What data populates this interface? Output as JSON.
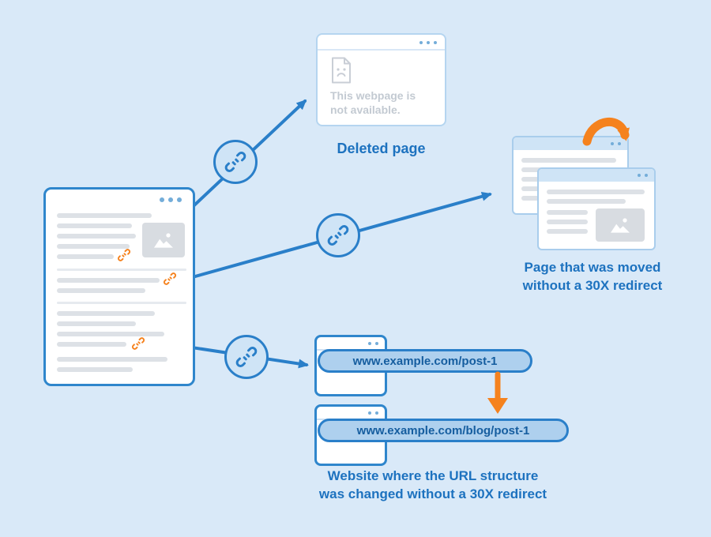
{
  "colors": {
    "background": "#d9e9f8",
    "blue": "#2a7fc9",
    "blue_text": "#1d72bf",
    "light_blue_fill": "#cfe4f6",
    "pill_fill": "#aed0ee",
    "pill_text": "#155d9f",
    "orange": "#f5821e",
    "gray_bar": "#dde1e6",
    "gray_text": "#c3cad2"
  },
  "deleted_page": {
    "message": "This webpage is not available.",
    "caption": "Deleted page"
  },
  "moved_page": {
    "caption_line1": "Page that was moved",
    "caption_line2": "without a 30X redirect"
  },
  "url_changed": {
    "old_url": "www.example.com/post-1",
    "new_url": "www.example.com/blog/post-1",
    "caption_line1": "Website where the URL structure",
    "caption_line2": "was changed without a 30X redirect"
  }
}
